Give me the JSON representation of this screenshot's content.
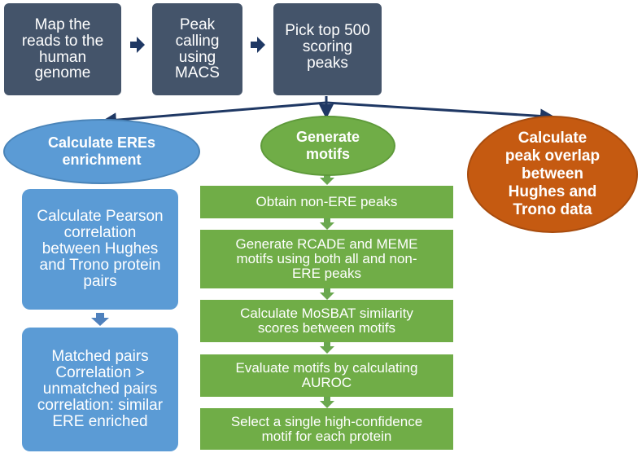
{
  "colors": {
    "dark_box": "#44546a",
    "blue": "#5b9bd5",
    "green": "#70ad47",
    "orange": "#c55a11",
    "arrow_navy": "#1f3864",
    "arrow_blue": "#4f81bd",
    "arrow_green": "#6aa84f"
  },
  "top_steps": [
    {
      "lines": [
        "Map the",
        "reads to the",
        "human",
        "genome"
      ]
    },
    {
      "lines": [
        "Peak",
        "calling",
        "using",
        "MACS"
      ]
    },
    {
      "lines": [
        "Pick top 500",
        "scoring",
        "peaks"
      ]
    }
  ],
  "branches": {
    "ere": {
      "lines": [
        "Calculate EREs",
        "enrichment"
      ]
    },
    "motifs": {
      "lines": [
        "Generate",
        "motifs"
      ]
    },
    "overlap": {
      "lines": [
        "Calculate",
        "peak overlap",
        "between",
        "Hughes and",
        "Trono data"
      ]
    }
  },
  "ere_steps": [
    {
      "lines": [
        "Calculate Pearson",
        "correlation",
        "between Hughes",
        "and Trono protein",
        "pairs"
      ]
    },
    {
      "lines": [
        "Matched pairs",
        "Correlation >",
        "unmatched pairs",
        "correlation: similar",
        "ERE enriched"
      ]
    }
  ],
  "motif_steps": [
    {
      "lines": [
        "Obtain non-ERE peaks"
      ]
    },
    {
      "lines": [
        "Generate RCADE and MEME",
        "motifs using both all and non-",
        "ERE peaks"
      ]
    },
    {
      "lines": [
        "Calculate MoSBAT similarity",
        "scores between motifs"
      ]
    },
    {
      "lines": [
        "Evaluate motifs by calculating",
        "AUROC"
      ]
    },
    {
      "lines": [
        "Select a single high-confidence",
        "motif for each protein"
      ]
    }
  ]
}
